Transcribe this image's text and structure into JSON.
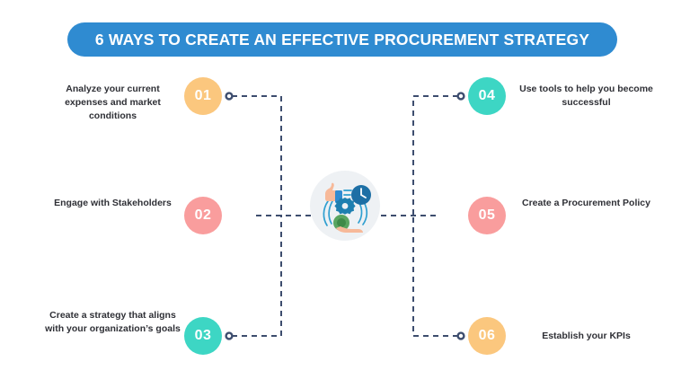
{
  "header": {
    "title": "6 WAYS TO CREATE AN EFFECTIVE PROCUREMENT STRATEGY",
    "pill_color": "#2f8bd1",
    "text_color": "#ffffff"
  },
  "theme": {
    "background": "#ffffff",
    "label_text": "#2f3036",
    "connector": "#3d4d6e",
    "orange": "#fbc77e",
    "salmon": "#f99d9d",
    "teal": "#3dd6c4",
    "emblem_bg": "#eef1f4"
  },
  "center": {
    "icon_name": "procurement-strategy-emblem",
    "parts": [
      "thumbs-up-icon",
      "clock-icon",
      "gear-icon",
      "hand-with-coin-icon",
      "motion-arcs"
    ]
  },
  "steps": [
    {
      "number": "01",
      "label": "Analyze your current expenses and market conditions",
      "color": "#fbc77e",
      "side": "left"
    },
    {
      "number": "02",
      "label": "Engage with Stakeholders",
      "color": "#f99d9d",
      "side": "left"
    },
    {
      "number": "03",
      "label": "Create a strategy that aligns with your organization’s goals",
      "color": "#3dd6c4",
      "side": "left"
    },
    {
      "number": "04",
      "label": "Use tools to help you become successful",
      "color": "#3dd6c4",
      "side": "right"
    },
    {
      "number": "05",
      "label": "Create a Procurement Policy",
      "color": "#f99d9d",
      "side": "right"
    },
    {
      "number": "06",
      "label": "Establish your KPIs",
      "color": "#fbc77e",
      "side": "right"
    }
  ]
}
